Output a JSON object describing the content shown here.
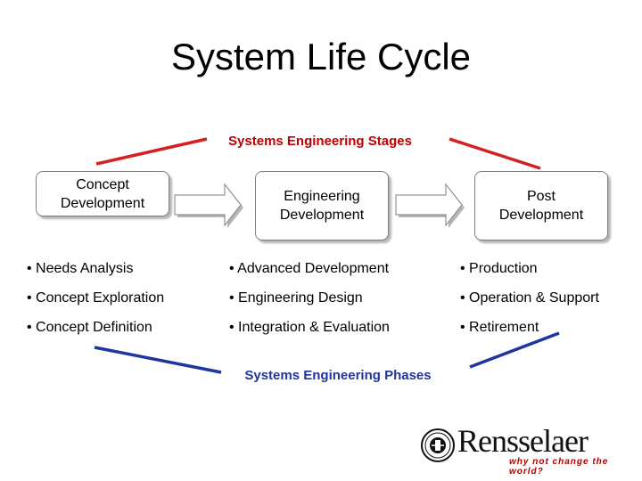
{
  "title": "System Life Cycle",
  "stages_label": "Systems Engineering Stages",
  "phases_label": "Systems Engineering Phases",
  "stages": [
    {
      "line1": "Concept",
      "line2": "Development"
    },
    {
      "line1": "Engineering",
      "line2": "Development"
    },
    {
      "line1": "Post",
      "line2": "Development"
    }
  ],
  "phases": [
    [
      "• Needs Analysis",
      "• Concept Exploration",
      "• Concept Definition"
    ],
    [
      "• Advanced Development",
      "• Engineering Design",
      "• Integration & Evaluation"
    ],
    [
      "• Production",
      "• Operation & Support",
      "• Retirement"
    ]
  ],
  "logo": {
    "name": "Rensselaer",
    "tagline": "why not change the world?"
  },
  "colors": {
    "stage_lines": "#d42020",
    "phase_lines": "#1f35a0",
    "arrow_fill": "#ffffff",
    "arrow_stroke": "#7f7f7f"
  }
}
